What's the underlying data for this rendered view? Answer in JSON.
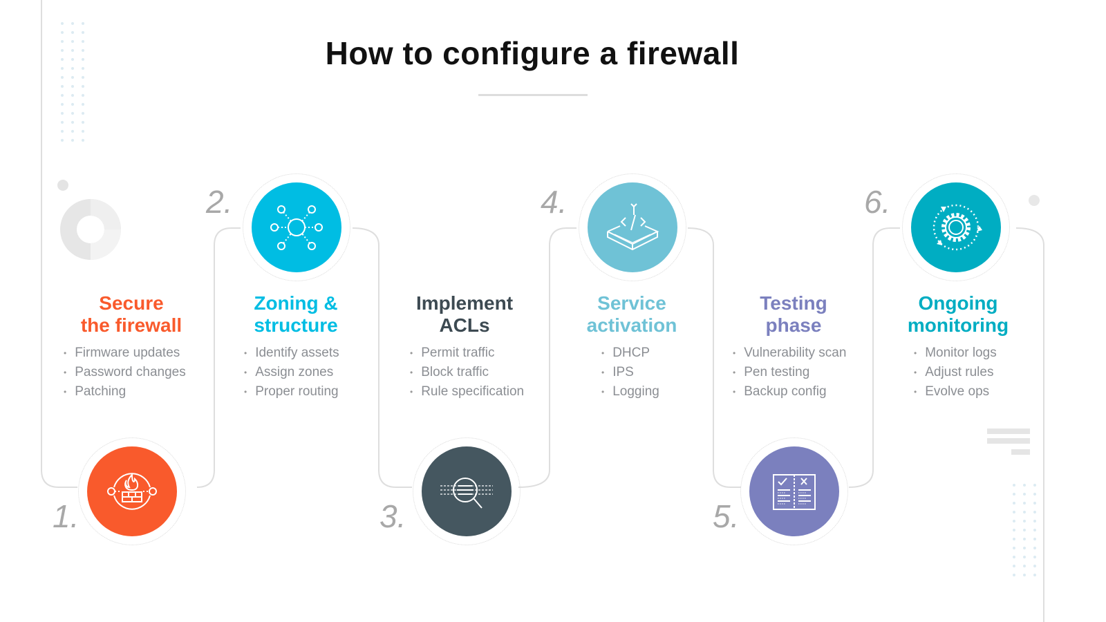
{
  "title": "How to configure a firewall",
  "steps": [
    {
      "number": "1.",
      "title_line1": "Secure",
      "title_line2": "the firewall",
      "color": "#f95a2c",
      "icon": "firewall-flame-icon",
      "bullets": [
        "Firmware updates",
        "Password changes",
        "Patching"
      ]
    },
    {
      "number": "2.",
      "title_line1": "Zoning &",
      "title_line2": "structure",
      "color": "#00bde3",
      "icon": "network-nodes-icon",
      "bullets": [
        "Identify assets",
        "Assign zones",
        "Proper routing"
      ]
    },
    {
      "number": "3.",
      "title_line1": "Implement",
      "title_line2": "ACLs",
      "color": "#455760",
      "icon": "magnifier-list-icon",
      "bullets": [
        "Permit traffic",
        "Block traffic",
        "Rule specification"
      ]
    },
    {
      "number": "4.",
      "title_line1": "Service",
      "title_line2": "activation",
      "color": "#6fc2d6",
      "icon": "code-box-icon",
      "bullets": [
        "DHCP",
        "IPS",
        "Logging"
      ]
    },
    {
      "number": "5.",
      "title_line1": "Testing",
      "title_line2": "phase",
      "color": "#7b80be",
      "icon": "checklist-icon",
      "bullets": [
        "Vulnerability scan",
        "Pen testing",
        "Backup config"
      ]
    },
    {
      "number": "6.",
      "title_line1": "Ongoing",
      "title_line2": "monitoring",
      "color": "#00adc2",
      "icon": "gear-cycle-icon",
      "bullets": [
        "Monitor logs",
        "Adjust rules",
        "Evolve ops"
      ]
    }
  ]
}
